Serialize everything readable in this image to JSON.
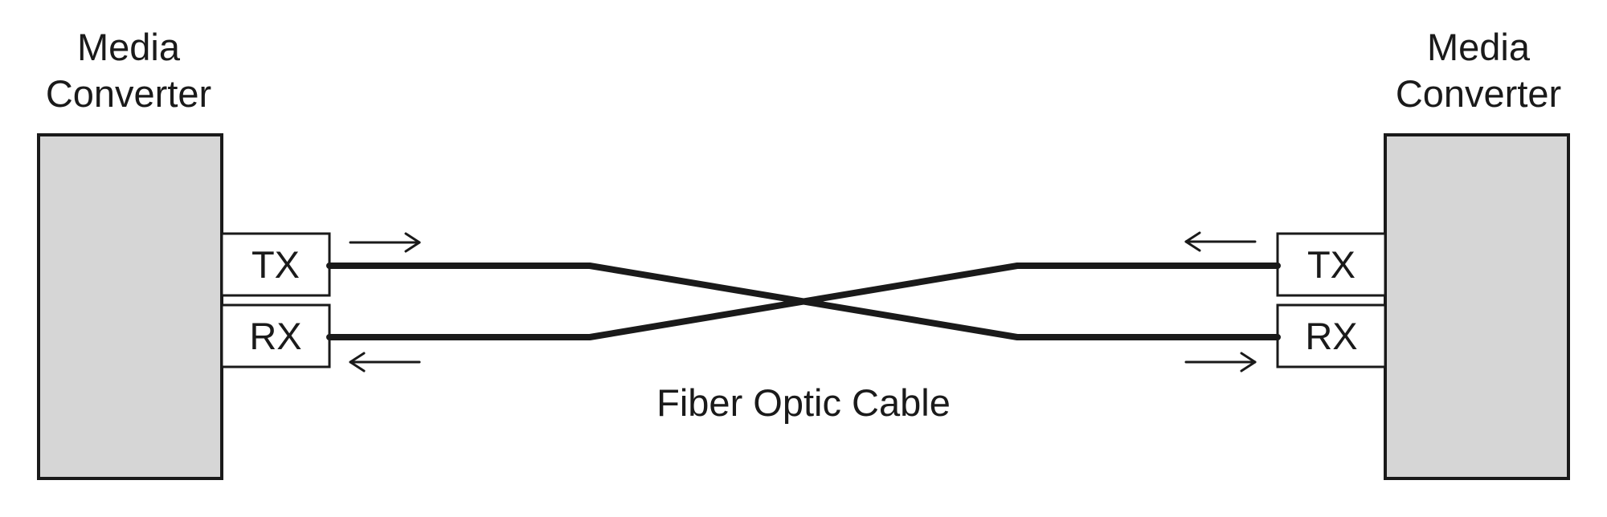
{
  "left_converter": {
    "title_line1": "Media",
    "title_line2": "Converter",
    "tx_label": "TX",
    "rx_label": "RX"
  },
  "right_converter": {
    "title_line1": "Media",
    "title_line2": "Converter",
    "tx_label": "TX",
    "rx_label": "RX"
  },
  "cable": {
    "label": "Fiber Optic Cable"
  },
  "colors": {
    "device_fill": "#d6d6d6",
    "stroke": "#1a1a1a",
    "port_fill": "#ffffff"
  }
}
